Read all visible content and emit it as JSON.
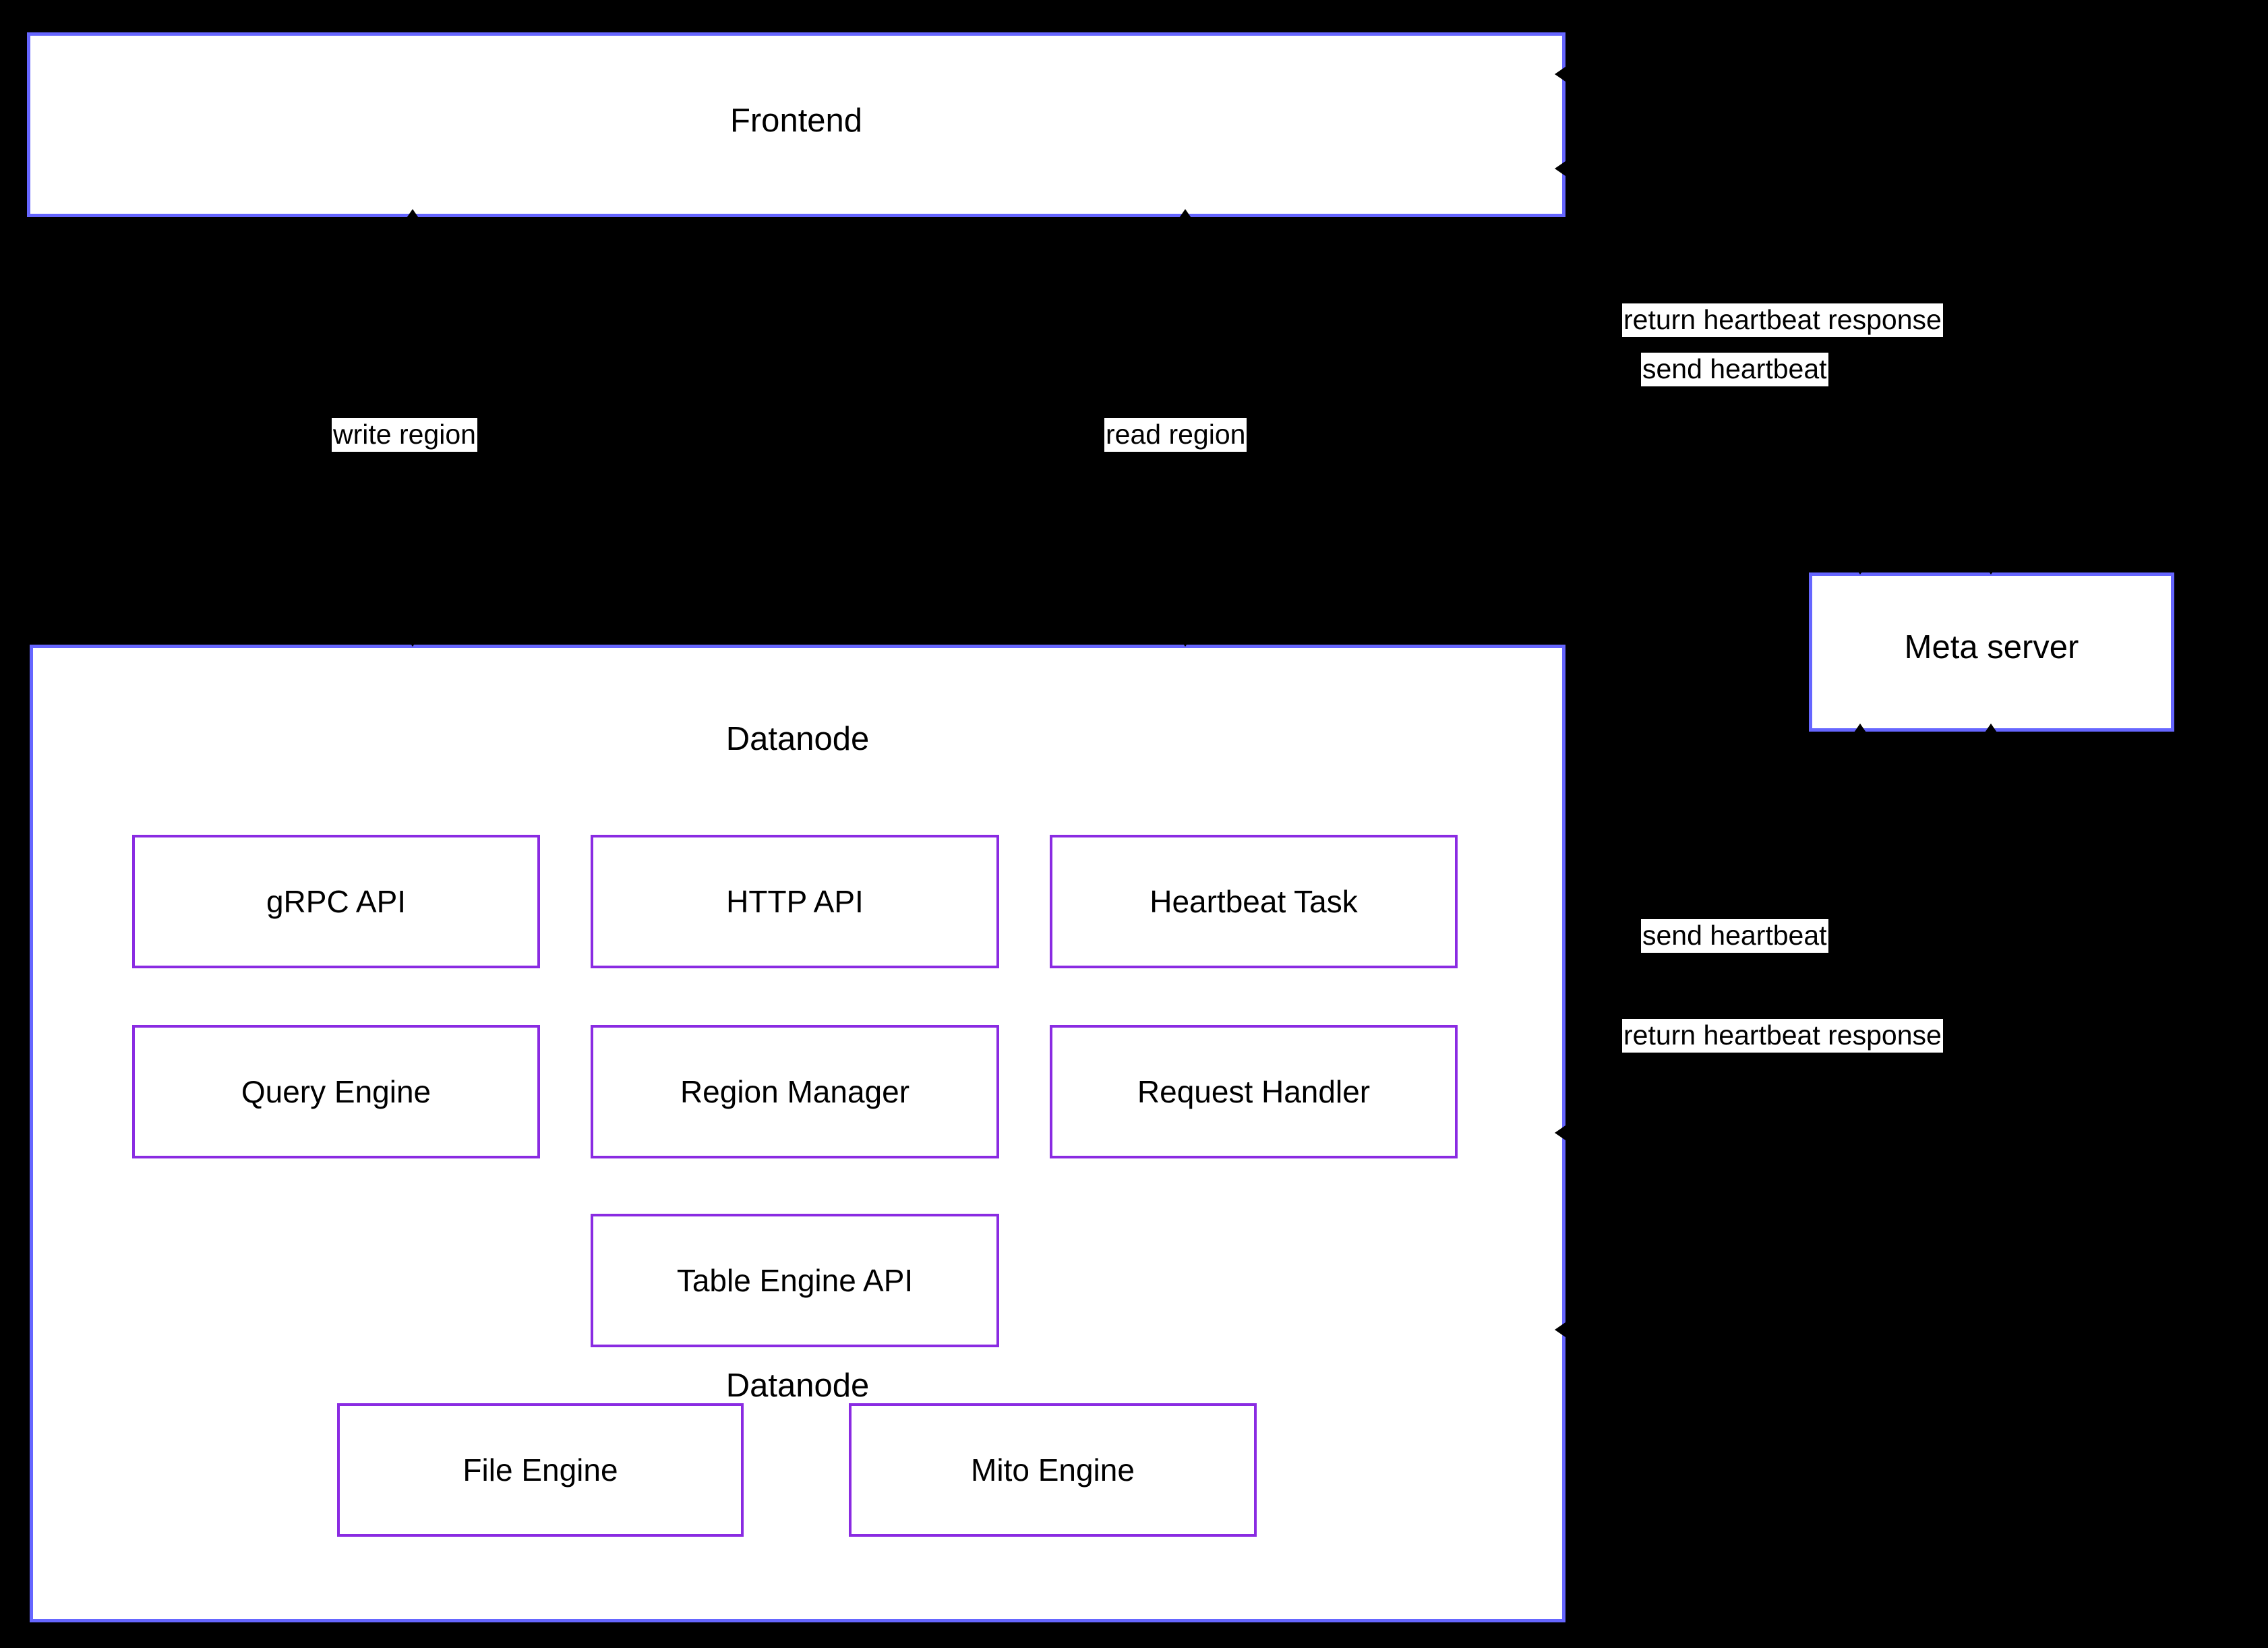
{
  "diagram": {
    "type": "architecture-diagram",
    "background_color": "#000000",
    "container_border_color": "#6666FF",
    "component_border_color": "#8A2BE2",
    "box_fill_color": "#FFFFFF",
    "text_color": "#000000",
    "connector_color": "#000000"
  },
  "nodes": {
    "frontend": {
      "label": "Frontend"
    },
    "datanode": {
      "label": "Datanode"
    },
    "meta_server": {
      "label": "Meta server"
    }
  },
  "datanode_components": {
    "row1": [
      {
        "label": "gRPC API"
      },
      {
        "label": "HTTP API"
      },
      {
        "label": "Heartbeat Task"
      }
    ],
    "row2": [
      {
        "label": "Query Engine"
      },
      {
        "label": "Region Manager"
      },
      {
        "label": "Request Handler"
      }
    ],
    "row3": [
      {
        "label": "Table Engine API"
      }
    ],
    "row4": [
      {
        "label": "File Engine"
      },
      {
        "label": "Mito Engine"
      }
    ]
  },
  "edge_labels": {
    "write_region": "write region",
    "read_region": "read region",
    "frontend_return_heartbeat_response": "return heartbeat response",
    "frontend_send_heartbeat": "send heartbeat",
    "datanode_send_heartbeat": "send heartbeat",
    "datanode_return_heartbeat_response": "return heartbeat response"
  }
}
